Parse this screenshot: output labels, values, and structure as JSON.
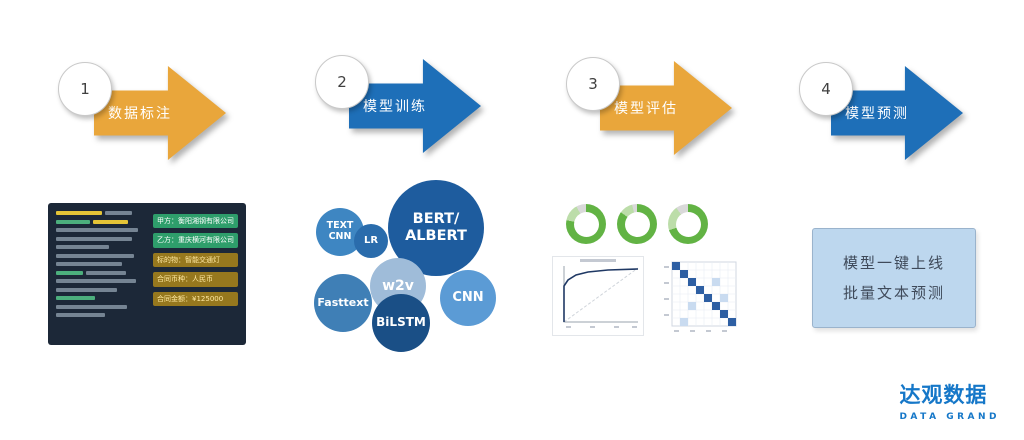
{
  "steps": [
    {
      "number": "1",
      "label": "数据标注",
      "arrow_color": "#E9A63B"
    },
    {
      "number": "2",
      "label": "模型训练",
      "arrow_color": "#1E6FB8"
    },
    {
      "number": "3",
      "label": "模型评估",
      "arrow_color": "#E9A63B"
    },
    {
      "number": "4",
      "label": "模型预测",
      "arrow_color": "#1E6FB8"
    }
  ],
  "annotation_card": {
    "fields": [
      {
        "label": "甲方：衡阳湘钢有限公司",
        "highlight": "green"
      },
      {
        "label": "乙方：重庆横河有限公司",
        "highlight": "green"
      },
      {
        "label": "标的物：智能交通灯",
        "highlight": "gold"
      },
      {
        "label": "合同币种：人民币",
        "highlight": "gold"
      },
      {
        "label": "合同金额：¥125000",
        "highlight": "gold"
      }
    ]
  },
  "model_bubbles": [
    {
      "label": "TEXT\nCNN",
      "color": "#3E86C2"
    },
    {
      "label": "LR",
      "color": "#2A6CAC"
    },
    {
      "label": "BERT/\nALBERT",
      "color": "#1E5C9E"
    },
    {
      "label": "w2v",
      "color": "#9FBCD9"
    },
    {
      "label": "Fasttext",
      "color": "#3F7FB6"
    },
    {
      "label": "BiLSTM",
      "color": "#1A4F86"
    },
    {
      "label": "CNN",
      "color": "#5B9BD5"
    }
  ],
  "evaluation": {
    "donut_color": "#62B344",
    "matrix_color": "#2E5FA3",
    "roc_line_color": "#1F3864"
  },
  "prediction_box": {
    "text": "模型一键上线\n批量文本预测"
  },
  "logo": {
    "name_cn": "达观数据",
    "name_en": "DATA GRAND",
    "color": "#1577C8"
  }
}
